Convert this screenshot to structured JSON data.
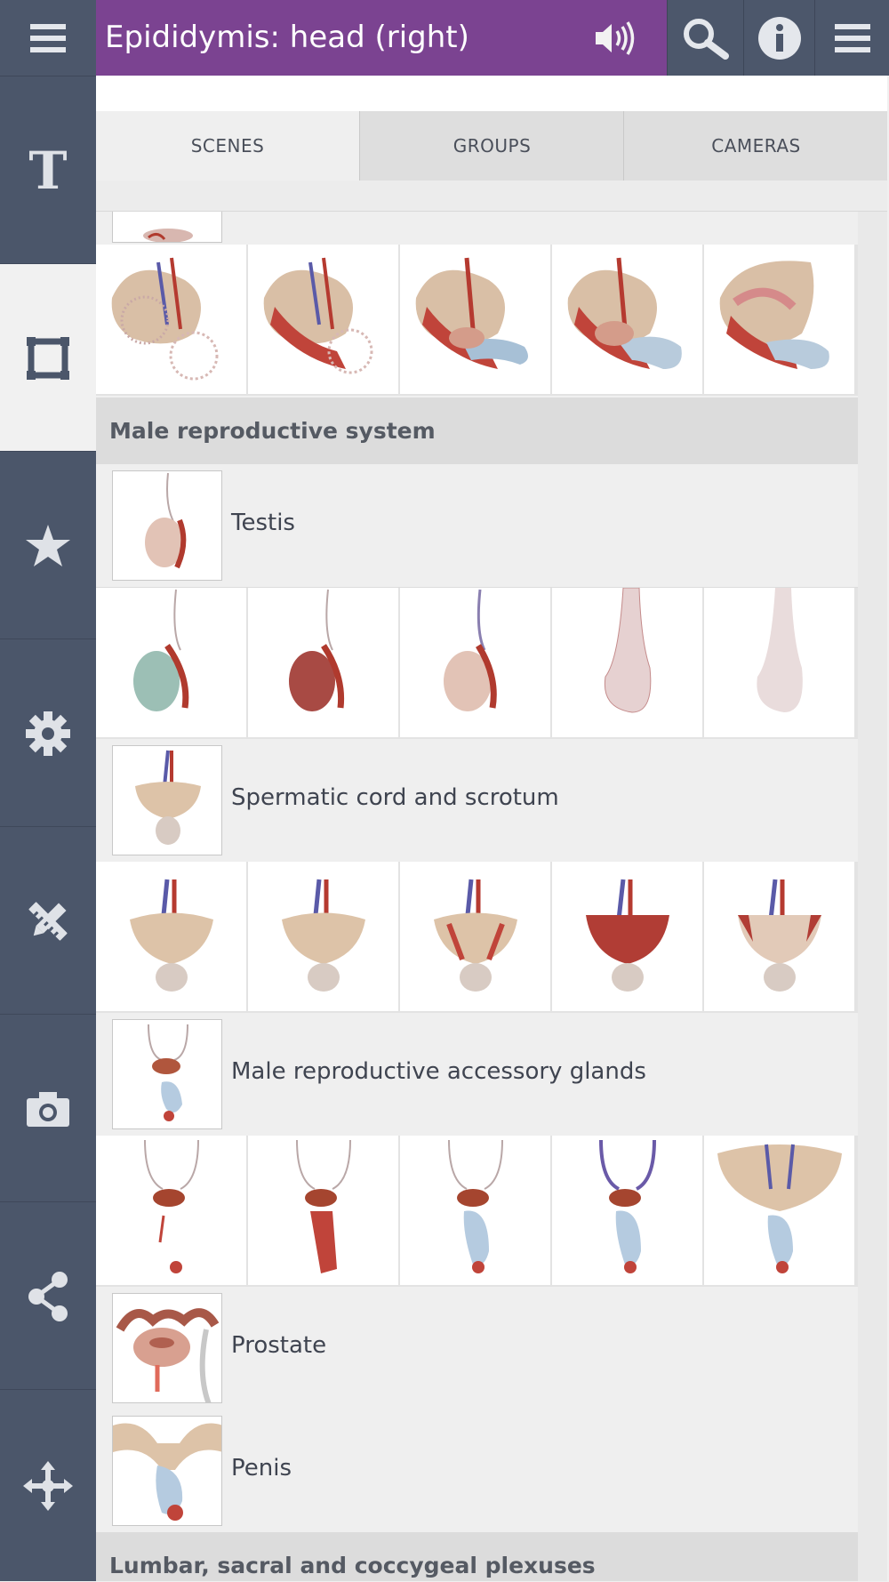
{
  "header": {
    "title": "Epididymis: head (right)"
  },
  "tabs": [
    "SCENES",
    "GROUPS",
    "CAMERAS"
  ],
  "sections": {
    "male_reproductive": "Male reproductive system",
    "lumbar": "Lumbar, sacral and coccygeal plexuses"
  },
  "items": {
    "testis": "Testis",
    "spermatic": "Spermatic cord and scrotum",
    "glands": "Male reproductive accessory glands",
    "prostate": "Prostate",
    "penis": "Penis"
  },
  "colors": {
    "topbar": "#4c576b",
    "title_bg": "#7b4391",
    "sidebar": "#4b566a"
  },
  "icons": [
    "menu-icon",
    "sound-icon",
    "search-icon",
    "info-icon",
    "text-icon",
    "scenes-icon",
    "star-icon",
    "gear-icon",
    "draw-icon",
    "camera-icon",
    "share-icon",
    "move-icon"
  ]
}
